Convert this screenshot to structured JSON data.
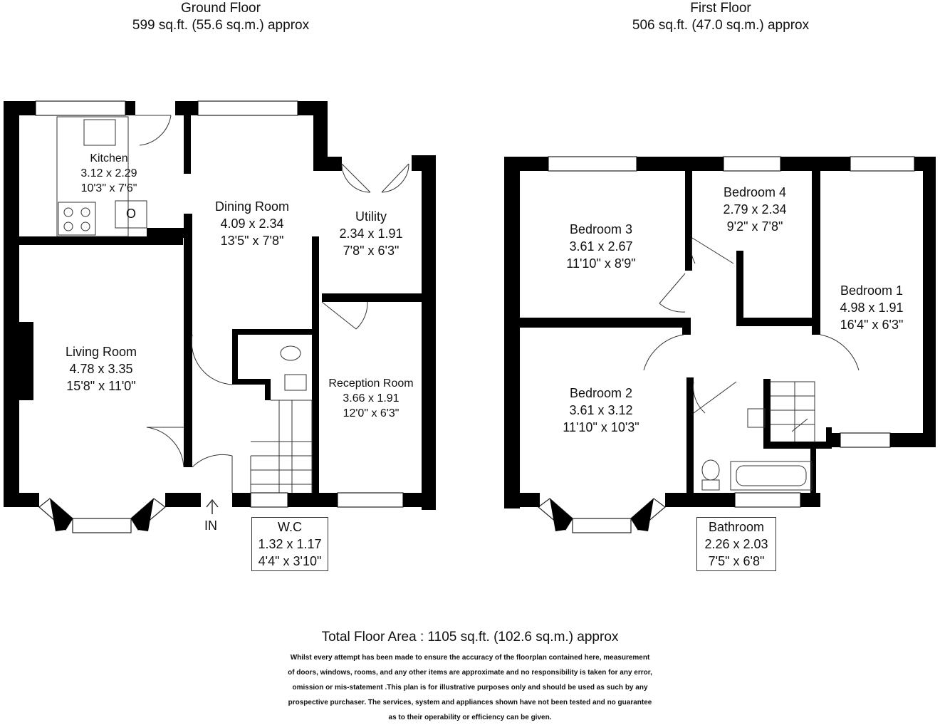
{
  "floors": [
    {
      "title": "Ground Floor",
      "area": "599 sq.ft. (55.6 sq.m.) approx"
    },
    {
      "title": "First Floor",
      "area": "506 sq.ft. (47.0 sq.m.) approx"
    }
  ],
  "rooms": {
    "kitchen": {
      "name": "Kitchen",
      "metric": "3.12 x 2.29",
      "imperial": "10'3\" x 7'6\""
    },
    "dining": {
      "name": "Dining Room",
      "metric": "4.09 x 2.34",
      "imperial": "13'5\" x 7'8\""
    },
    "utility": {
      "name": "Utility",
      "metric": "2.34 x 1.91",
      "imperial": "7'8\" x 6'3\""
    },
    "living": {
      "name": "Living Room",
      "metric": "4.78 x 3.35",
      "imperial": "15'8\" x 11'0\""
    },
    "reception": {
      "name": "Reception Room",
      "metric": "3.66 x 1.91",
      "imperial": "12'0\" x 6'3\""
    },
    "wc": {
      "name": "W.C",
      "metric": "1.32 x 1.17",
      "imperial": "4'4\" x 3'10\""
    },
    "bedroom3": {
      "name": "Bedroom 3",
      "metric": "3.61 x 2.67",
      "imperial": "11'10\" x 8'9\""
    },
    "bedroom4": {
      "name": "Bedroom 4",
      "metric": "2.79 x 2.34",
      "imperial": "9'2\" x 7'8\""
    },
    "bedroom1": {
      "name": "Bedroom 1",
      "metric": "4.98 x 1.91",
      "imperial": "16'4\" x 6'3\""
    },
    "bedroom2": {
      "name": "Bedroom 2",
      "metric": "3.61 x 3.12",
      "imperial": "11'10\" x 10'3\""
    },
    "bathroom": {
      "name": "Bathroom",
      "metric": "2.26 x 2.03",
      "imperial": "7'5\" x 6'8\""
    }
  },
  "appliance_label": "O",
  "entrance_label": "IN",
  "total_area": "Total Floor Area : 1105 sq.ft. (102.6 sq.m.) approx",
  "disclaimer": [
    "Whilst every attempt has been made to ensure the accuracy of the floorplan contained here, measurement",
    "of doors, windows, rooms, and any other items are approximate and no responsibility is taken for any error,",
    "omission or mis-statement .This plan is for illustrative purposes only and should be used as such by any",
    "prospective purchaser. The services, system and appliances shown have not been tested and no guarantee",
    "as to their operability or efficiency can be given."
  ]
}
